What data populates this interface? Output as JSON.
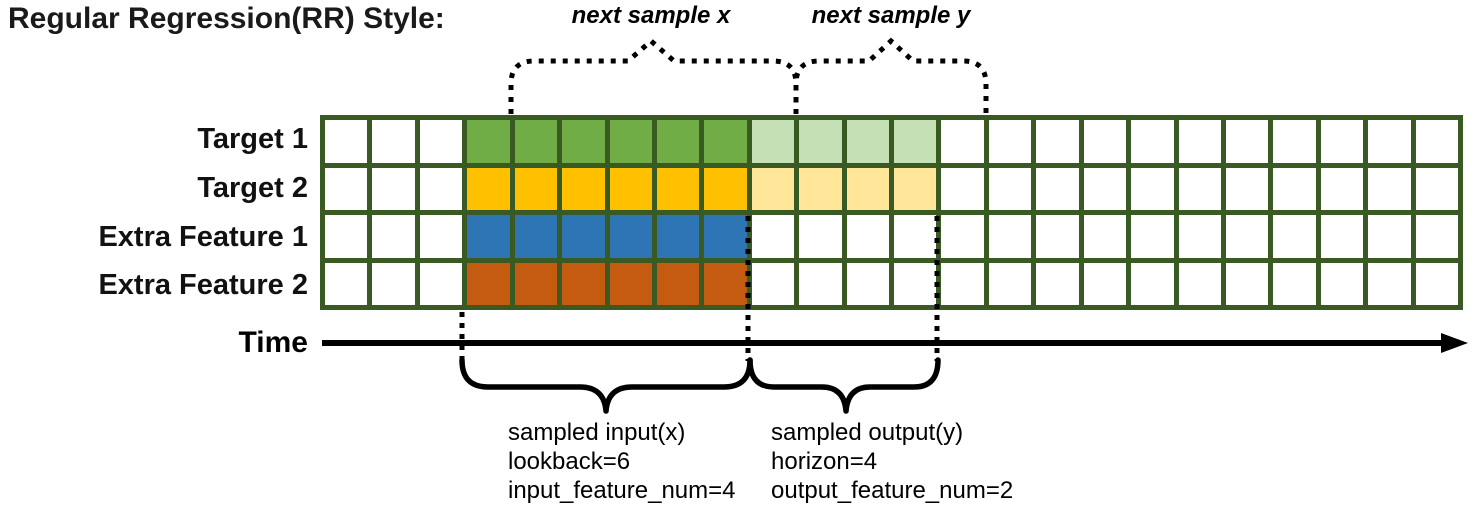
{
  "title": "Regular Regression(RR) Style:",
  "top_braces": {
    "next_sample_x_label": "next sample x",
    "next_sample_y_label": "next sample y"
  },
  "time_axis": {
    "label": "Time"
  },
  "grid": {
    "columns": 24,
    "input_start": 3,
    "lookback": 6,
    "horizon": 4,
    "border_color": "#3A5A24",
    "empty_color": "#FFFFFF",
    "rows": [
      {
        "label": "Target 1",
        "input_color": "#70AD47",
        "output_color": "#C5E0B4"
      },
      {
        "label": "Target 2",
        "input_color": "#FFC000",
        "output_color": "#FFE699"
      },
      {
        "label": "Extra Feature 1",
        "input_color": "#2E75B6",
        "output_color": null
      },
      {
        "label": "Extra Feature 2",
        "input_color": "#C55A11",
        "output_color": null
      }
    ]
  },
  "annotations": {
    "input": {
      "line1": "sampled input(x)",
      "line2": "lookback=6",
      "line3": "input_feature_num=4"
    },
    "output": {
      "line1": "sampled output(y)",
      "line2": "horizon=4",
      "line3": "output_feature_num=2"
    }
  }
}
